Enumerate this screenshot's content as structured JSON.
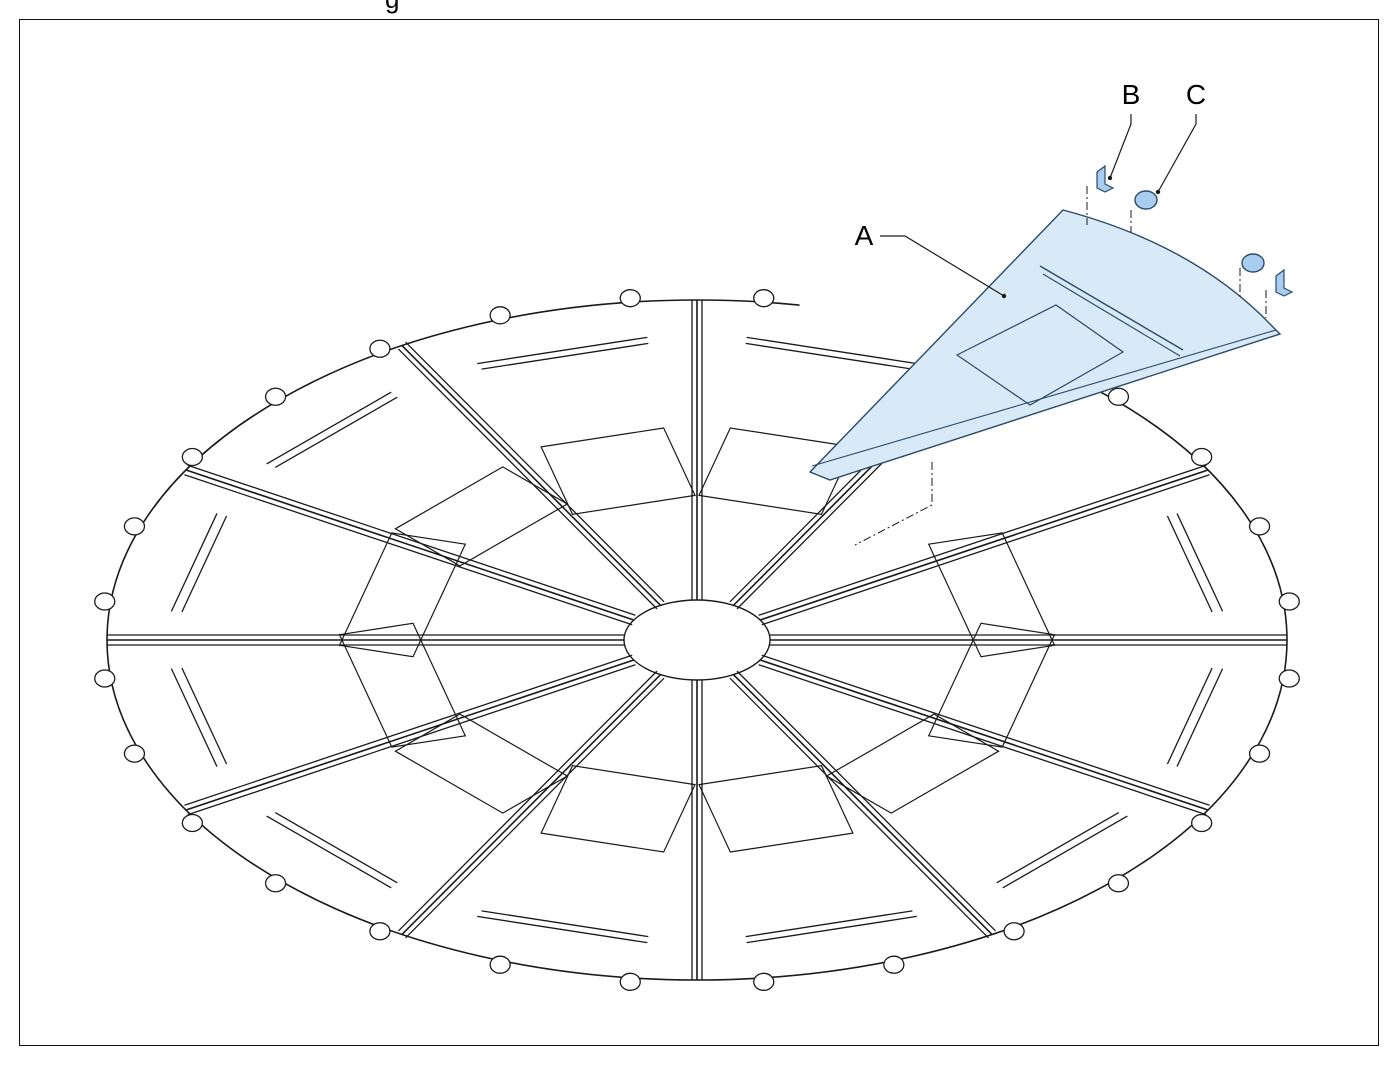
{
  "header_fragment": "g",
  "callouts": [
    {
      "id": "A",
      "label": "A"
    },
    {
      "id": "B",
      "label": "B"
    },
    {
      "id": "C",
      "label": "C"
    }
  ],
  "colors": {
    "line": "#1a1a1a",
    "highlight_fill": "#d8e9f8",
    "highlight_stroke": "#2a4a6a",
    "part_fill": "#a9cdf0"
  },
  "diagram": {
    "sections": 12,
    "rim_feet": 28
  }
}
